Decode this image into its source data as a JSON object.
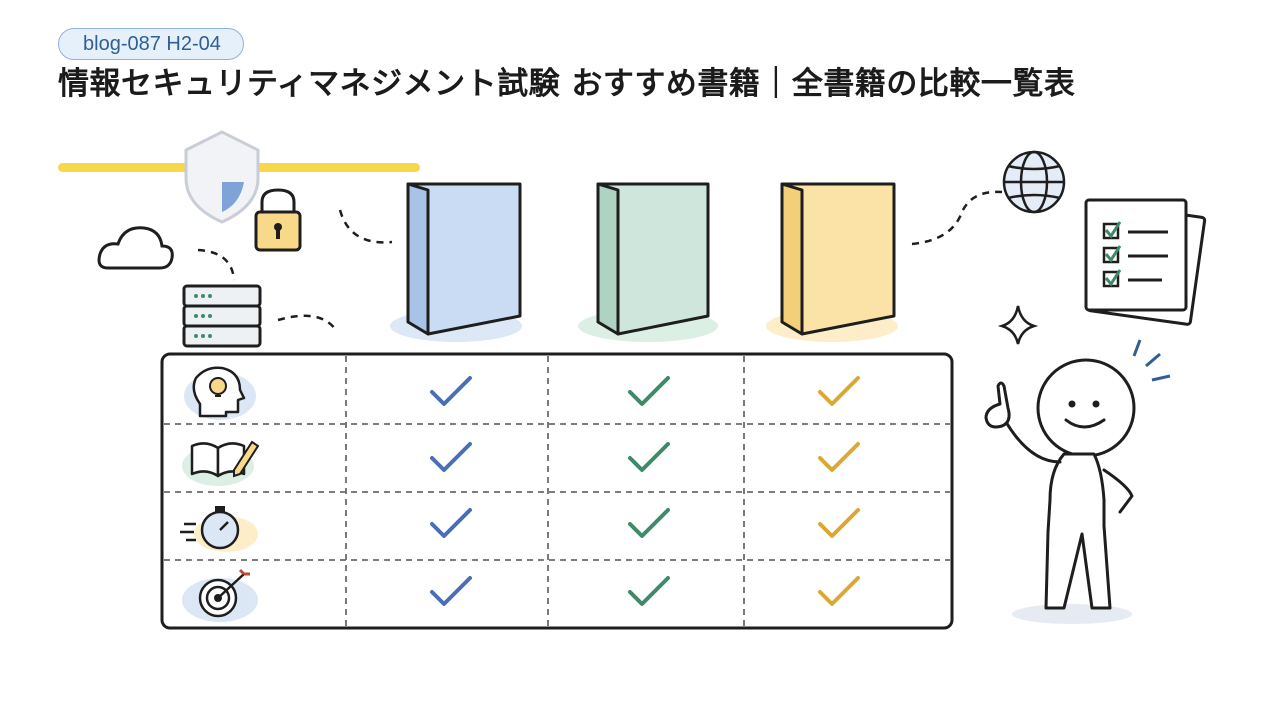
{
  "header": {
    "tag": "blog-087 H2-04",
    "title": "情報セキュリティマネジメント試験 おすすめ書籍｜全書籍の比較一覧表"
  },
  "colors": {
    "accent_underline": "#f7d84a",
    "book_blue": "#c9dcf3",
    "book_green": "#cfe6dc",
    "book_yellow": "#fbe3a8",
    "check_blue": "#4a6fb5",
    "check_green": "#3f8a69",
    "check_yellow": "#d9a933"
  },
  "books": [
    {
      "color": "book-blue",
      "icon": "book-icon"
    },
    {
      "color": "book-green",
      "icon": "book-icon"
    },
    {
      "color": "book-yellow",
      "icon": "book-icon"
    }
  ],
  "comparison_table": {
    "row_icons": [
      "lightbulb-head-icon",
      "open-book-pencil-icon",
      "stopwatch-icon",
      "target-icon"
    ],
    "marks": [
      [
        "check",
        "check",
        "check"
      ],
      [
        "check",
        "check",
        "check"
      ],
      [
        "check",
        "check",
        "check"
      ],
      [
        "check",
        "check",
        "check"
      ]
    ]
  },
  "decorations": [
    "shield-icon",
    "padlock-icon",
    "cloud-icon",
    "server-icon",
    "globe-icon",
    "checklist-icon",
    "sparkle-icon",
    "stick-figure-pointing"
  ]
}
